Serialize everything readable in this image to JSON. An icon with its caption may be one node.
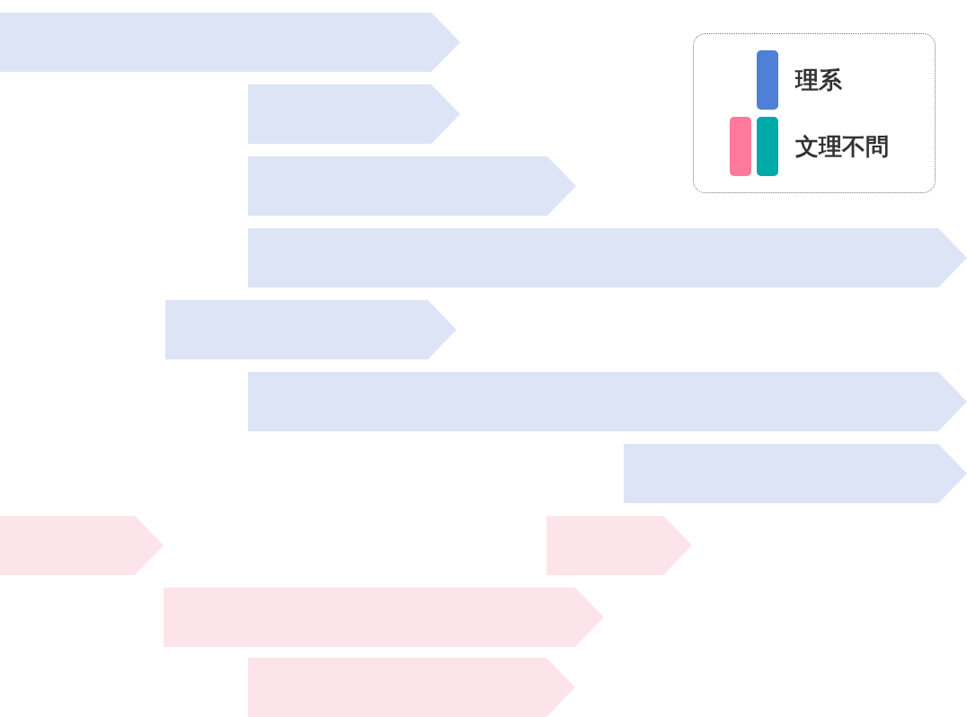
{
  "diagram": {
    "nodes": [
      {
        "text": [],
        "shape": "bar"
      },
      {
        "text": [],
        "shape": "bar"
      },
      {
        "text": [],
        "shape": "bar"
      },
      {
        "text": [],
        "shape": "bar"
      },
      {
        "text": [],
        "shape": "bar"
      },
      {
        "text": [],
        "shape": "bar"
      },
      {
        "text": [],
        "shape": "bar"
      },
      {
        "text": [],
        "shape": "bar"
      },
      {
        "text": [],
        "shape": "bar"
      },
      {
        "text": [],
        "shape": "bar"
      },
      {
        "text": [],
        "shape": "bar"
      }
    ],
    "legend": [
      {
        "text": "理系",
        "color": "#4f7fd6"
      },
      {
        "text": "文理不問",
        "color": "#ff7a9c"
      }
    ]
  }
}
